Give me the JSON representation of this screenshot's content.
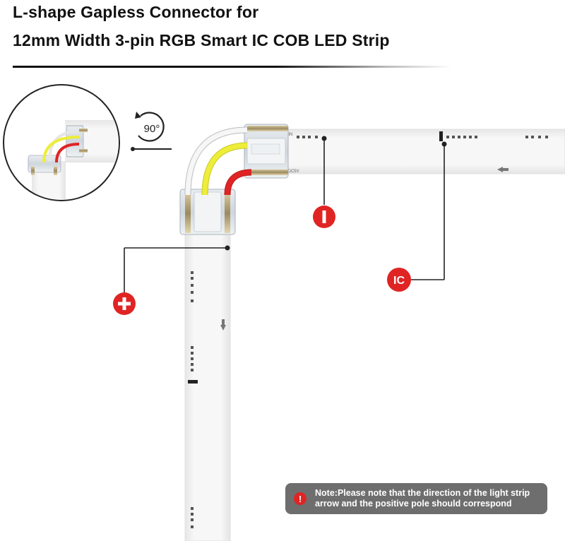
{
  "title_line1": "L-shape Gapless Connector for",
  "title_line2": "12mm Width 3-pin RGB Smart IC COB LED Strip",
  "rotation": {
    "angle_label": "90°",
    "icon": "rotate-arrow-icon"
  },
  "callouts": {
    "negative": {
      "icon": "minus-icon",
      "color": "#e02424"
    },
    "positive": {
      "icon": "plus-icon",
      "color": "#e02424"
    },
    "ic": {
      "label": "IC",
      "color": "#e02424"
    }
  },
  "note": {
    "icon": "exclamation-icon",
    "icon_symbol": "!",
    "text_line1": "Note:Please note that the direction of the light strip",
    "text_line2": "arrow and the positive pole should correspond"
  },
  "colors": {
    "accent": "#e02424",
    "wire_white": "#f2f2f2",
    "wire_yellow": "#eded3a",
    "wire_red": "#e02424",
    "strip": "#f4f4f4",
    "note_bg": "#6e6e6e"
  }
}
